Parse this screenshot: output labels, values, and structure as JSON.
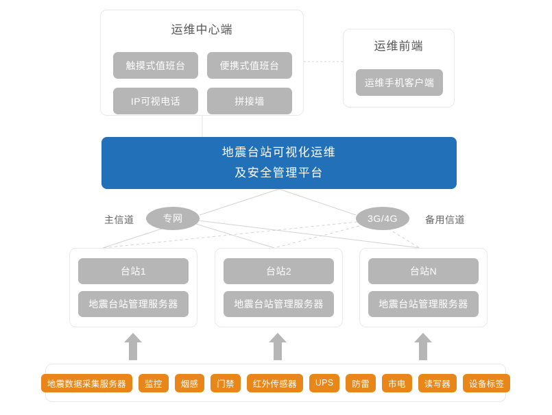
{
  "ops_center": {
    "title": "运维中心端",
    "items": [
      {
        "label": "触摸式值班台"
      },
      {
        "label": "便携式值班台"
      },
      {
        "label": "IP可视电话"
      },
      {
        "label": "拼接墙"
      }
    ]
  },
  "ops_frontend": {
    "title": "运维前端",
    "items": [
      {
        "label": "运维手机客户端"
      }
    ]
  },
  "platform": {
    "line1": "地震台站可视化运维",
    "line2": "及安全管理平台"
  },
  "channels": {
    "main_label": "主信道",
    "backup_label": "备用信道",
    "primary": "专网",
    "backup": "3G/4G"
  },
  "stations": [
    {
      "name": "台站1",
      "server": "地震台站管理服务器"
    },
    {
      "name": "台站2",
      "server": "地震台站管理服务器"
    },
    {
      "name": "台站N",
      "server": "地震台站管理服务器"
    }
  ],
  "devices": [
    {
      "label": "地震数据采集服务器"
    },
    {
      "label": "监控"
    },
    {
      "label": "烟感"
    },
    {
      "label": "门禁"
    },
    {
      "label": "红外传感器"
    },
    {
      "label": "UPS"
    },
    {
      "label": "防雷"
    },
    {
      "label": "市电"
    },
    {
      "label": "读写器"
    },
    {
      "label": "设备标签"
    }
  ],
  "colors": {
    "platform_blue": "#2270b8",
    "pill_gray": "#b6b6b6",
    "tag_orange": "#e8861a",
    "panel_border": "#e8e8e8",
    "wire_gray": "#cfcfcf"
  }
}
